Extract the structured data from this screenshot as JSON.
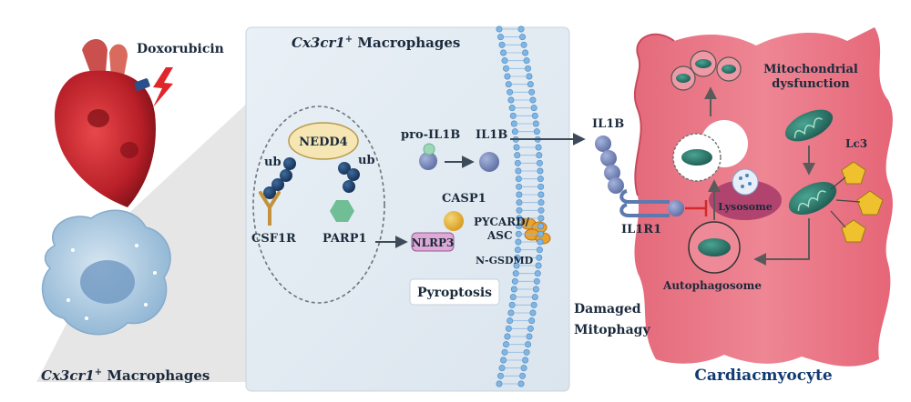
{
  "labels": {
    "doxorubicin": "Doxorubicin",
    "macro_panel_title_italic": "Cx3cr1",
    "macro_panel_title_sup": "+",
    "macro_panel_title_rest": " Macrophages",
    "macro_cell_label_italic": "Cx3cr1",
    "macro_cell_label_sup": "+",
    "macro_cell_label_rest": " Macrophages",
    "nedd4": "NEDD4",
    "ub_left": "ub",
    "ub_right": "ub",
    "csf1r": "CSF1R",
    "parp1": "PARP1",
    "pro_il1b": "pro-IL1B",
    "il1b_inner": "IL1B",
    "casp1": "CASP1",
    "nlrp3": "NLRP3",
    "pycard": "PYCARD/",
    "asc": "ASC",
    "n_gsdmd": "N-GSDMD",
    "pyroptosis": "Pyroptosis",
    "damaged": "Damaged",
    "mitophagy": "Mitophagy",
    "il1b_outer": "IL1B",
    "il1r1": "IL1R1",
    "mito_dys_1": "Mitochondrial",
    "mito_dys_2": "dysfunction",
    "lc3": "Lc3",
    "lysosome": "Lysosome",
    "autophagosome": "Autophagosome",
    "cardiomyocyte": "Cardiacmyocyte"
  },
  "colors": {
    "heart": "#c6262b",
    "macrophage_cell": "#b7d2e6",
    "panel_bg": "#e3ebf2",
    "navy_beads": "#1c3f68",
    "il1b_bead": "#6f7fb0",
    "casp1": "#e2b532",
    "nlrp3": "#d8a6cf",
    "cardiomyocyte": "#e8707e",
    "mitochondria": "#2f7a6e",
    "lc3": "#f0c12e",
    "lysosome": "#b0446e",
    "inhibit": "#d22a2a"
  }
}
